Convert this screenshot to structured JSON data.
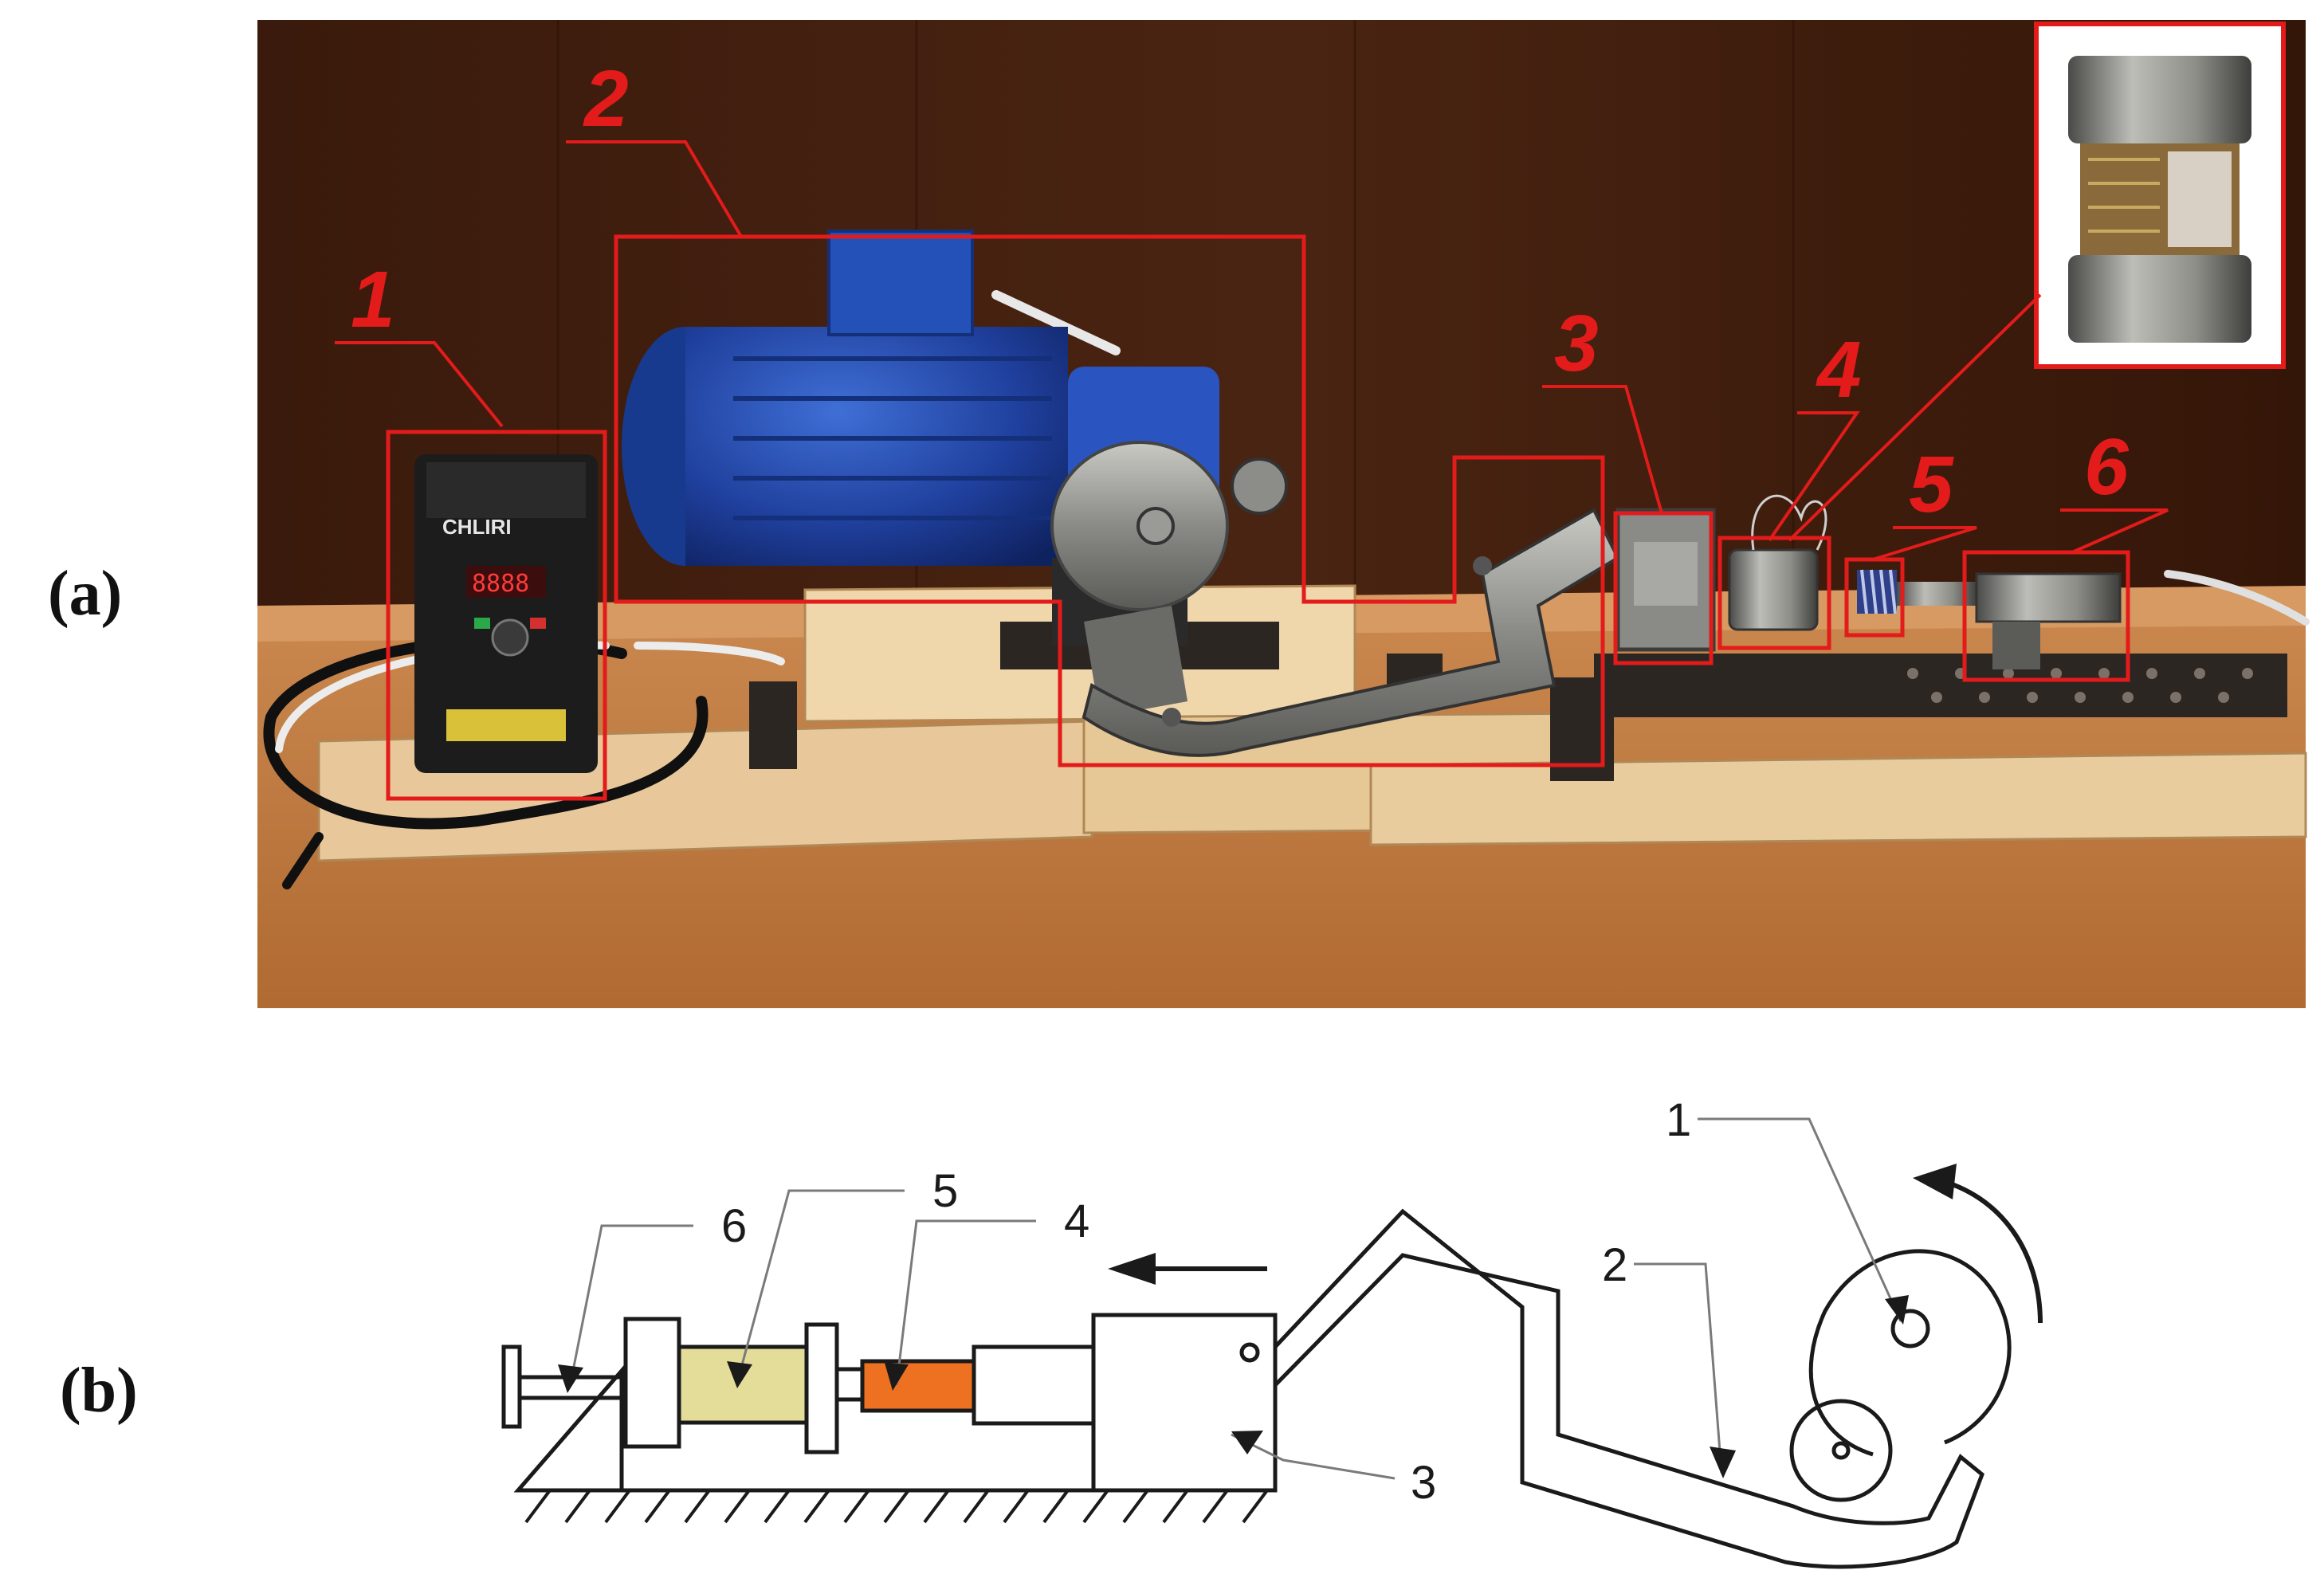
{
  "panel_a": {
    "label": "(a)",
    "callouts": [
      "1",
      "2",
      "3",
      "4",
      "5",
      "6"
    ],
    "device_brand": "CHLIRI",
    "device_display": "8888"
  },
  "panel_b": {
    "label": "(b)",
    "callouts": [
      "1",
      "2",
      "3",
      "4",
      "5",
      "6"
    ],
    "colors": {
      "sample_yellow": "#e4dd9a",
      "sensor_orange": "#ee7021",
      "motor_blue": "#1f3f9c",
      "annotation_red": "#e31b1b"
    }
  }
}
